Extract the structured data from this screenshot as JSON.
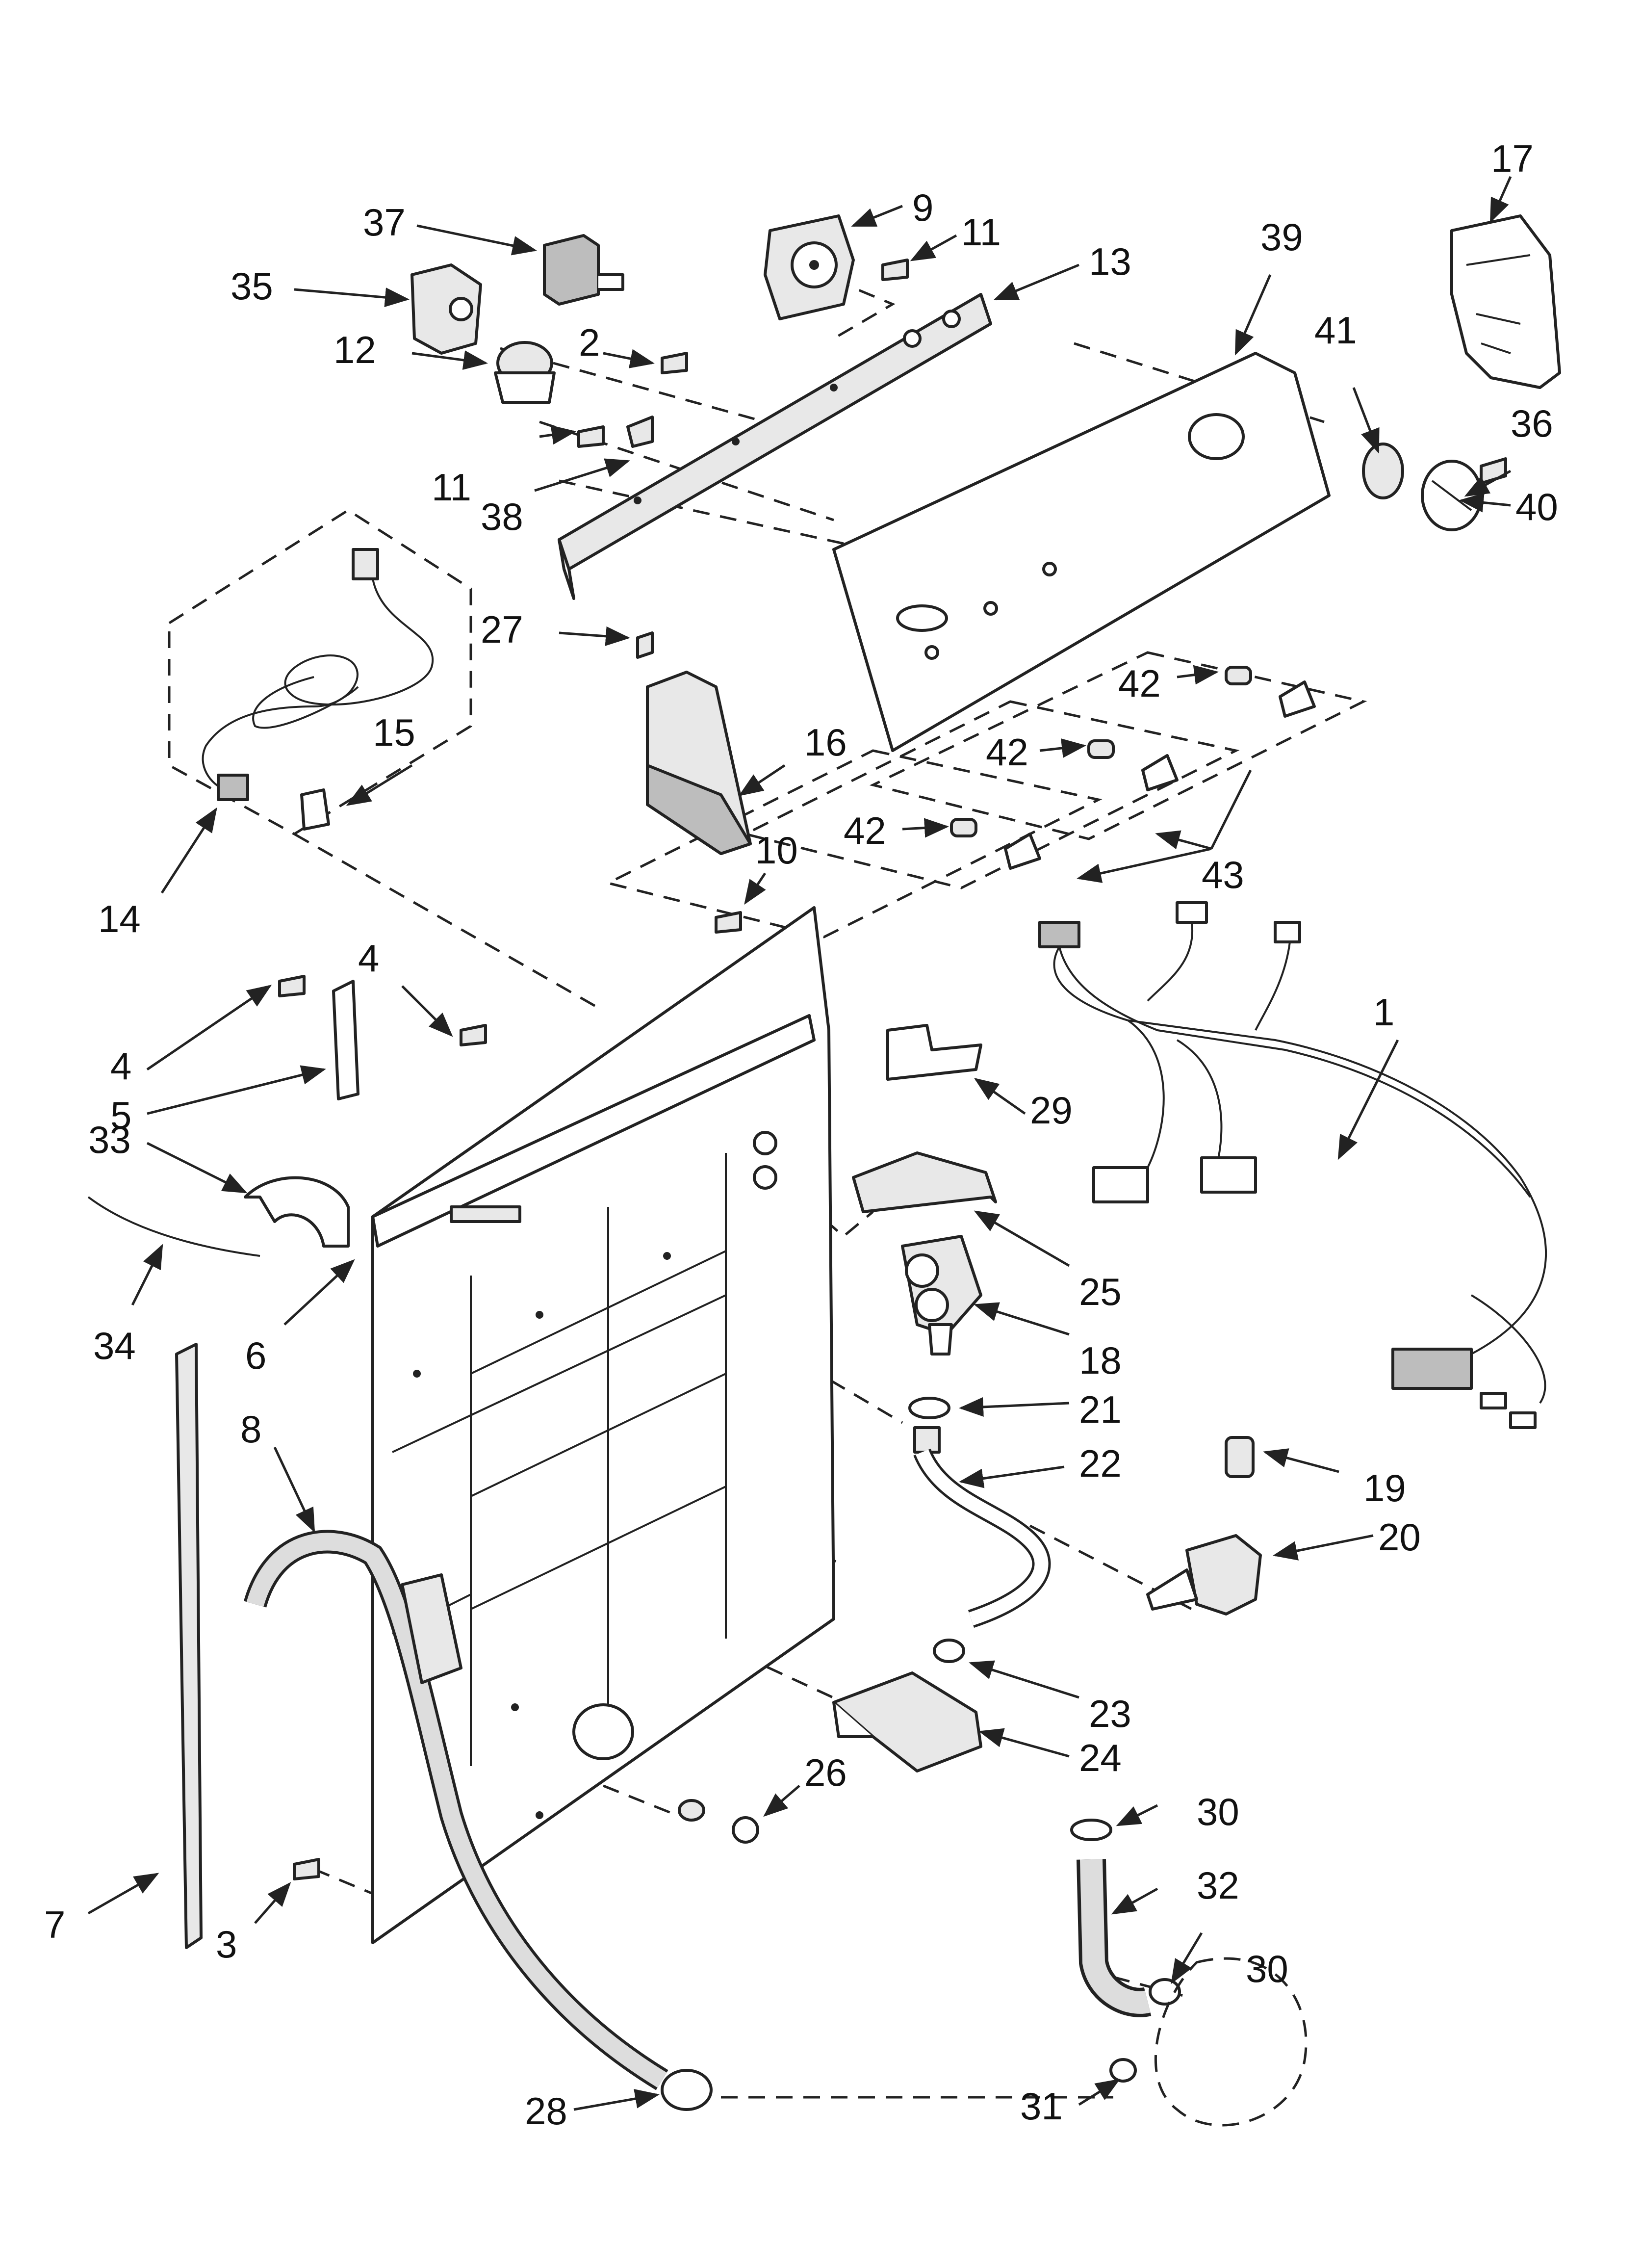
{
  "colors": {
    "ink": "#222222",
    "paper": "#ffffff",
    "shade": "#bdbdbd",
    "light": "#e8e8e8"
  },
  "callouts": {
    "c1": "1",
    "c2": "2",
    "c3": "3",
    "c4a": "4",
    "c4b": "4",
    "c5": "5",
    "c6": "6",
    "c7": "7",
    "c8": "8",
    "c9": "9",
    "c10": "10",
    "c11a": "11",
    "c11b": "11",
    "c12": "12",
    "c13": "13",
    "c14": "14",
    "c15": "15",
    "c16": "16",
    "c17": "17",
    "c18": "18",
    "c19": "19",
    "c20": "20",
    "c21": "21",
    "c22": "22",
    "c23": "23",
    "c24": "24",
    "c25": "25",
    "c26": "26",
    "c27": "27",
    "c28": "28",
    "c29": "29",
    "c30a": "30",
    "c30b": "30",
    "c31": "31",
    "c32": "32",
    "c33": "33",
    "c34": "34",
    "c35": "35",
    "c36": "36",
    "c37": "37",
    "c38": "38",
    "c39": "39",
    "c40": "40",
    "c41": "41",
    "c42a": "42",
    "c42b": "42",
    "c42c": "42",
    "c43": "43"
  }
}
